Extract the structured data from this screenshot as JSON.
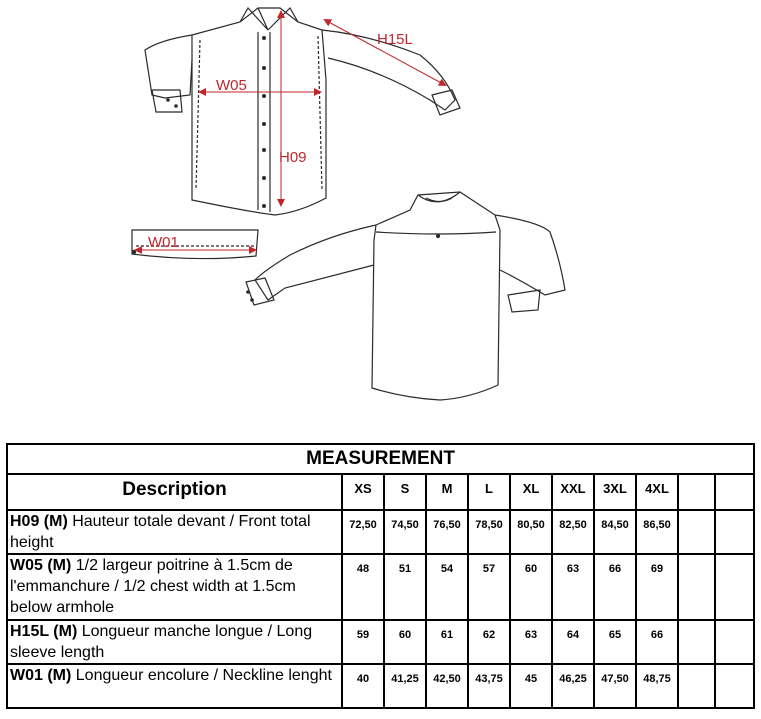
{
  "diagram": {
    "labels": {
      "h09": "H09",
      "w05": "W05",
      "h15l": "H15L",
      "w01": "W01"
    },
    "colors": {
      "measure": "#c0272d",
      "outline": "#2b2b2b"
    }
  },
  "table": {
    "title": "MEASUREMENT",
    "description_header": "Description",
    "sizes": [
      "XS",
      "S",
      "M",
      "L",
      "XL",
      "XXL",
      "3XL",
      "4XL",
      "",
      ""
    ],
    "rows": [
      {
        "code": "H09 (M)",
        "text": " Hauteur totale devant / Front total height",
        "values": [
          "72,50",
          "74,50",
          "76,50",
          "78,50",
          "80,50",
          "82,50",
          "84,50",
          "86,50",
          "",
          ""
        ]
      },
      {
        "code": "W05 (M)",
        "text": " 1/2 largeur poitrine à 1.5cm de l'emmanchure / 1/2 chest width at 1.5cm below armhole",
        "values": [
          "48",
          "51",
          "54",
          "57",
          "60",
          "63",
          "66",
          "69",
          "",
          ""
        ]
      },
      {
        "code": "H15L (M)",
        "text": " Longueur manche longue / Long sleeve length",
        "values": [
          "59",
          "60",
          "61",
          "62",
          "63",
          "64",
          "65",
          "66",
          "",
          ""
        ]
      },
      {
        "code": "W01 (M)",
        "text": " Longueur encolure / Neckline lenght",
        "values": [
          "40",
          "41,25",
          "42,50",
          "43,75",
          "45",
          "46,25",
          "47,50",
          "48,75",
          "",
          ""
        ]
      }
    ]
  }
}
